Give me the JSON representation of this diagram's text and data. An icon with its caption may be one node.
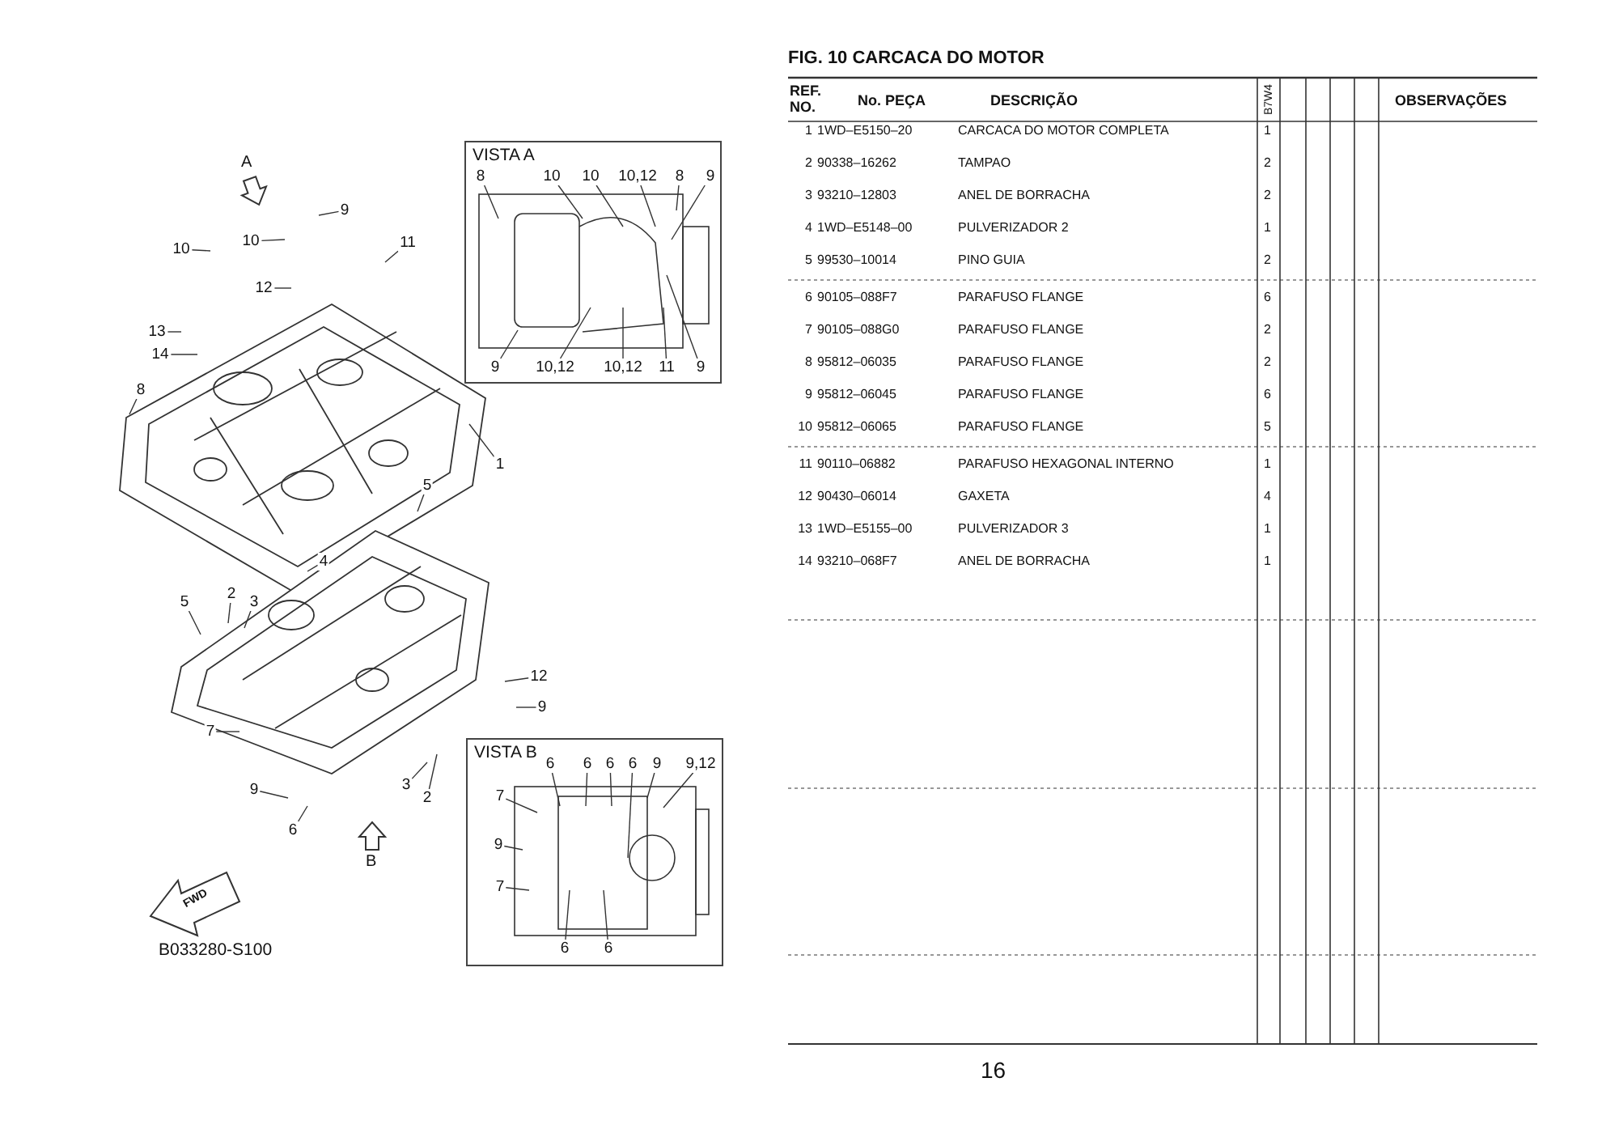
{
  "diagram": {
    "title": "FIG. 10 CARCACA DO MOTOR",
    "nodes": [
      {
        "text": [
          "VISTA A"
        ]
      },
      {
        "text": [
          "8"
        ],
        "in": 0
      },
      {
        "text": [
          "10"
        ],
        "in": 0
      },
      {
        "text": [
          "10"
        ],
        "in": 0
      },
      {
        "text": [
          "10,12"
        ],
        "in": 0
      },
      {
        "text": [
          "8"
        ],
        "in": 0
      },
      {
        "text": [
          "9"
        ],
        "in": 0
      },
      {
        "text": [
          "9"
        ],
        "in": 0
      },
      {
        "text": [
          "10,12"
        ],
        "in": 0
      },
      {
        "text": [
          "10,12"
        ],
        "in": 0
      },
      {
        "text": [
          "11"
        ],
        "in": 0
      },
      {
        "text": [
          "9"
        ],
        "in": 0
      },
      {
        "text": [
          "VISTA B"
        ]
      },
      {
        "text": [
          "6"
        ],
        "in": 12
      },
      {
        "text": [
          "6"
        ],
        "in": 12
      },
      {
        "text": [
          "6"
        ],
        "in": 12
      },
      {
        "text": [
          "6"
        ],
        "in": 12
      },
      {
        "text": [
          "9"
        ],
        "in": 12
      },
      {
        "text": [
          "9,12"
        ],
        "in": 12
      },
      {
        "text": [
          "7"
        ],
        "in": 12
      },
      {
        "text": [
          "9"
        ],
        "in": 12
      },
      {
        "text": [
          "7"
        ],
        "in": 12
      },
      {
        "text": [
          "6"
        ],
        "in": 12
      },
      {
        "text": [
          "6"
        ],
        "in": 12
      },
      {
        "text": [
          "9"
        ]
      },
      {
        "text": [
          "10"
        ]
      },
      {
        "text": [
          "10"
        ]
      },
      {
        "text": [
          "11"
        ]
      },
      {
        "text": [
          "12"
        ]
      },
      {
        "text": [
          "13"
        ]
      },
      {
        "text": [
          "14"
        ]
      },
      {
        "text": [
          "8"
        ]
      },
      {
        "text": [
          "1"
        ]
      },
      {
        "text": [
          "5"
        ]
      },
      {
        "text": [
          "4"
        ]
      },
      {
        "text": [
          "2"
        ]
      },
      {
        "text": [
          "3"
        ]
      },
      {
        "text": [
          "5"
        ]
      },
      {
        "text": [
          "12"
        ]
      },
      {
        "text": [
          "9"
        ]
      },
      {
        "text": [
          "7"
        ]
      },
      {
        "text": [
          "9"
        ]
      },
      {
        "text": [
          "3"
        ]
      },
      {
        "text": [
          "2"
        ]
      },
      {
        "text": [
          "6"
        ]
      }
    ],
    "edges": [
      {
        "from": 1,
        "to": null,
        "arrow": "none"
      },
      {
        "from": 2,
        "to": null,
        "arrow": "none"
      },
      {
        "from": 3,
        "to": null,
        "arrow": "none"
      },
      {
        "from": 4,
        "to": null,
        "arrow": "none"
      },
      {
        "from": 5,
        "to": null,
        "arrow": "none"
      },
      {
        "from": 6,
        "to": null,
        "arrow": "none"
      },
      {
        "from": 7,
        "to": null,
        "arrow": "none"
      },
      {
        "from": 8,
        "to": null,
        "arrow": "none"
      },
      {
        "from": 9,
        "to": null,
        "arrow": "none"
      },
      {
        "from": 10,
        "to": null,
        "arrow": "none"
      },
      {
        "from": 11,
        "to": null,
        "arrow": "none"
      },
      {
        "from": 13,
        "to": null,
        "arrow": "none"
      },
      {
        "from": 14,
        "to": null,
        "arrow": "none"
      },
      {
        "from": 15,
        "to": null,
        "arrow": "none"
      },
      {
        "from": 16,
        "to": null,
        "arrow": "none"
      },
      {
        "from": 17,
        "to": null,
        "arrow": "none"
      },
      {
        "from": 18,
        "to": null,
        "arrow": "none"
      },
      {
        "from": 19,
        "to": null,
        "arrow": "none"
      },
      {
        "from": 20,
        "to": null,
        "arrow": "none"
      },
      {
        "from": 21,
        "to": null,
        "arrow": "none"
      },
      {
        "from": 22,
        "to": null,
        "arrow": "none"
      },
      {
        "from": 23,
        "to": null,
        "arrow": "none"
      },
      {
        "from": 24,
        "to": null,
        "arrow": "none"
      },
      {
        "from": 25,
        "to": null,
        "arrow": "none"
      },
      {
        "from": 26,
        "to": null,
        "arrow": "none"
      },
      {
        "from": 27,
        "to": null,
        "arrow": "none"
      },
      {
        "from": 28,
        "to": null,
        "arrow": "none"
      },
      {
        "from": 29,
        "to": null,
        "arrow": "none"
      },
      {
        "from": 30,
        "to": null,
        "arrow": "none"
      },
      {
        "from": 31,
        "to": null,
        "arrow": "none"
      },
      {
        "from": 32,
        "to": null,
        "arrow": "none"
      },
      {
        "from": 33,
        "to": null,
        "arrow": "none"
      },
      {
        "from": 34,
        "to": null,
        "arrow": "none"
      },
      {
        "from": 35,
        "to": null,
        "arrow": "none"
      },
      {
        "from": 36,
        "to": null,
        "arrow": "none"
      },
      {
        "from": 37,
        "to": null,
        "arrow": "none"
      },
      {
        "from": 38,
        "to": null,
        "arrow": "none"
      },
      {
        "from": 39,
        "to": null,
        "arrow": "none"
      },
      {
        "from": 40,
        "to": null,
        "arrow": "none"
      },
      {
        "from": 41,
        "to": null,
        "arrow": "none"
      },
      {
        "from": 42,
        "to": null,
        "arrow": "none"
      },
      {
        "from": 43,
        "to": null,
        "arrow": "none"
      },
      {
        "from": 44,
        "to": null,
        "arrow": "none"
      }
    ],
    "labels": [
      "A",
      "B",
      "FWD",
      "B033280-S100",
      "REF. NO.",
      "No. PEÇA",
      "DESCRIÇÃO",
      "B7W4",
      "OBSERVAÇÕES",
      "1",
      "1WD–E5150–20",
      "CARCACA DO MOTOR COMPLETA",
      "1",
      "2",
      "90338–16262",
      "TAMPAO",
      "2",
      "3",
      "93210–12803",
      "ANEL DE BORRACHA",
      "2",
      "4",
      "1WD–E5148–00",
      "PULVERIZADOR 2",
      "1",
      "5",
      "99530–10014",
      "PINO GUIA",
      "2",
      "6",
      "90105–088F7",
      "PARAFUSO FLANGE",
      "6",
      "7",
      "90105–088G0",
      "PARAFUSO FLANGE",
      "2",
      "8",
      "95812–06035",
      "PARAFUSO FLANGE",
      "2",
      "9",
      "95812–06045",
      "PARAFUSO FLANGE",
      "6",
      "10",
      "95812–06065",
      "PARAFUSO FLANGE",
      "5",
      "11",
      "90110–06882",
      "PARAFUSO HEXAGONAL INTERNO",
      "1",
      "12",
      "90430–06014",
      "GAXETA",
      "4",
      "13",
      "1WD–E5155–00",
      "PULVERIZADOR 3",
      "1",
      "14",
      "93210–068F7",
      "ANEL DE BORRACHA",
      "1",
      "16"
    ]
  }
}
